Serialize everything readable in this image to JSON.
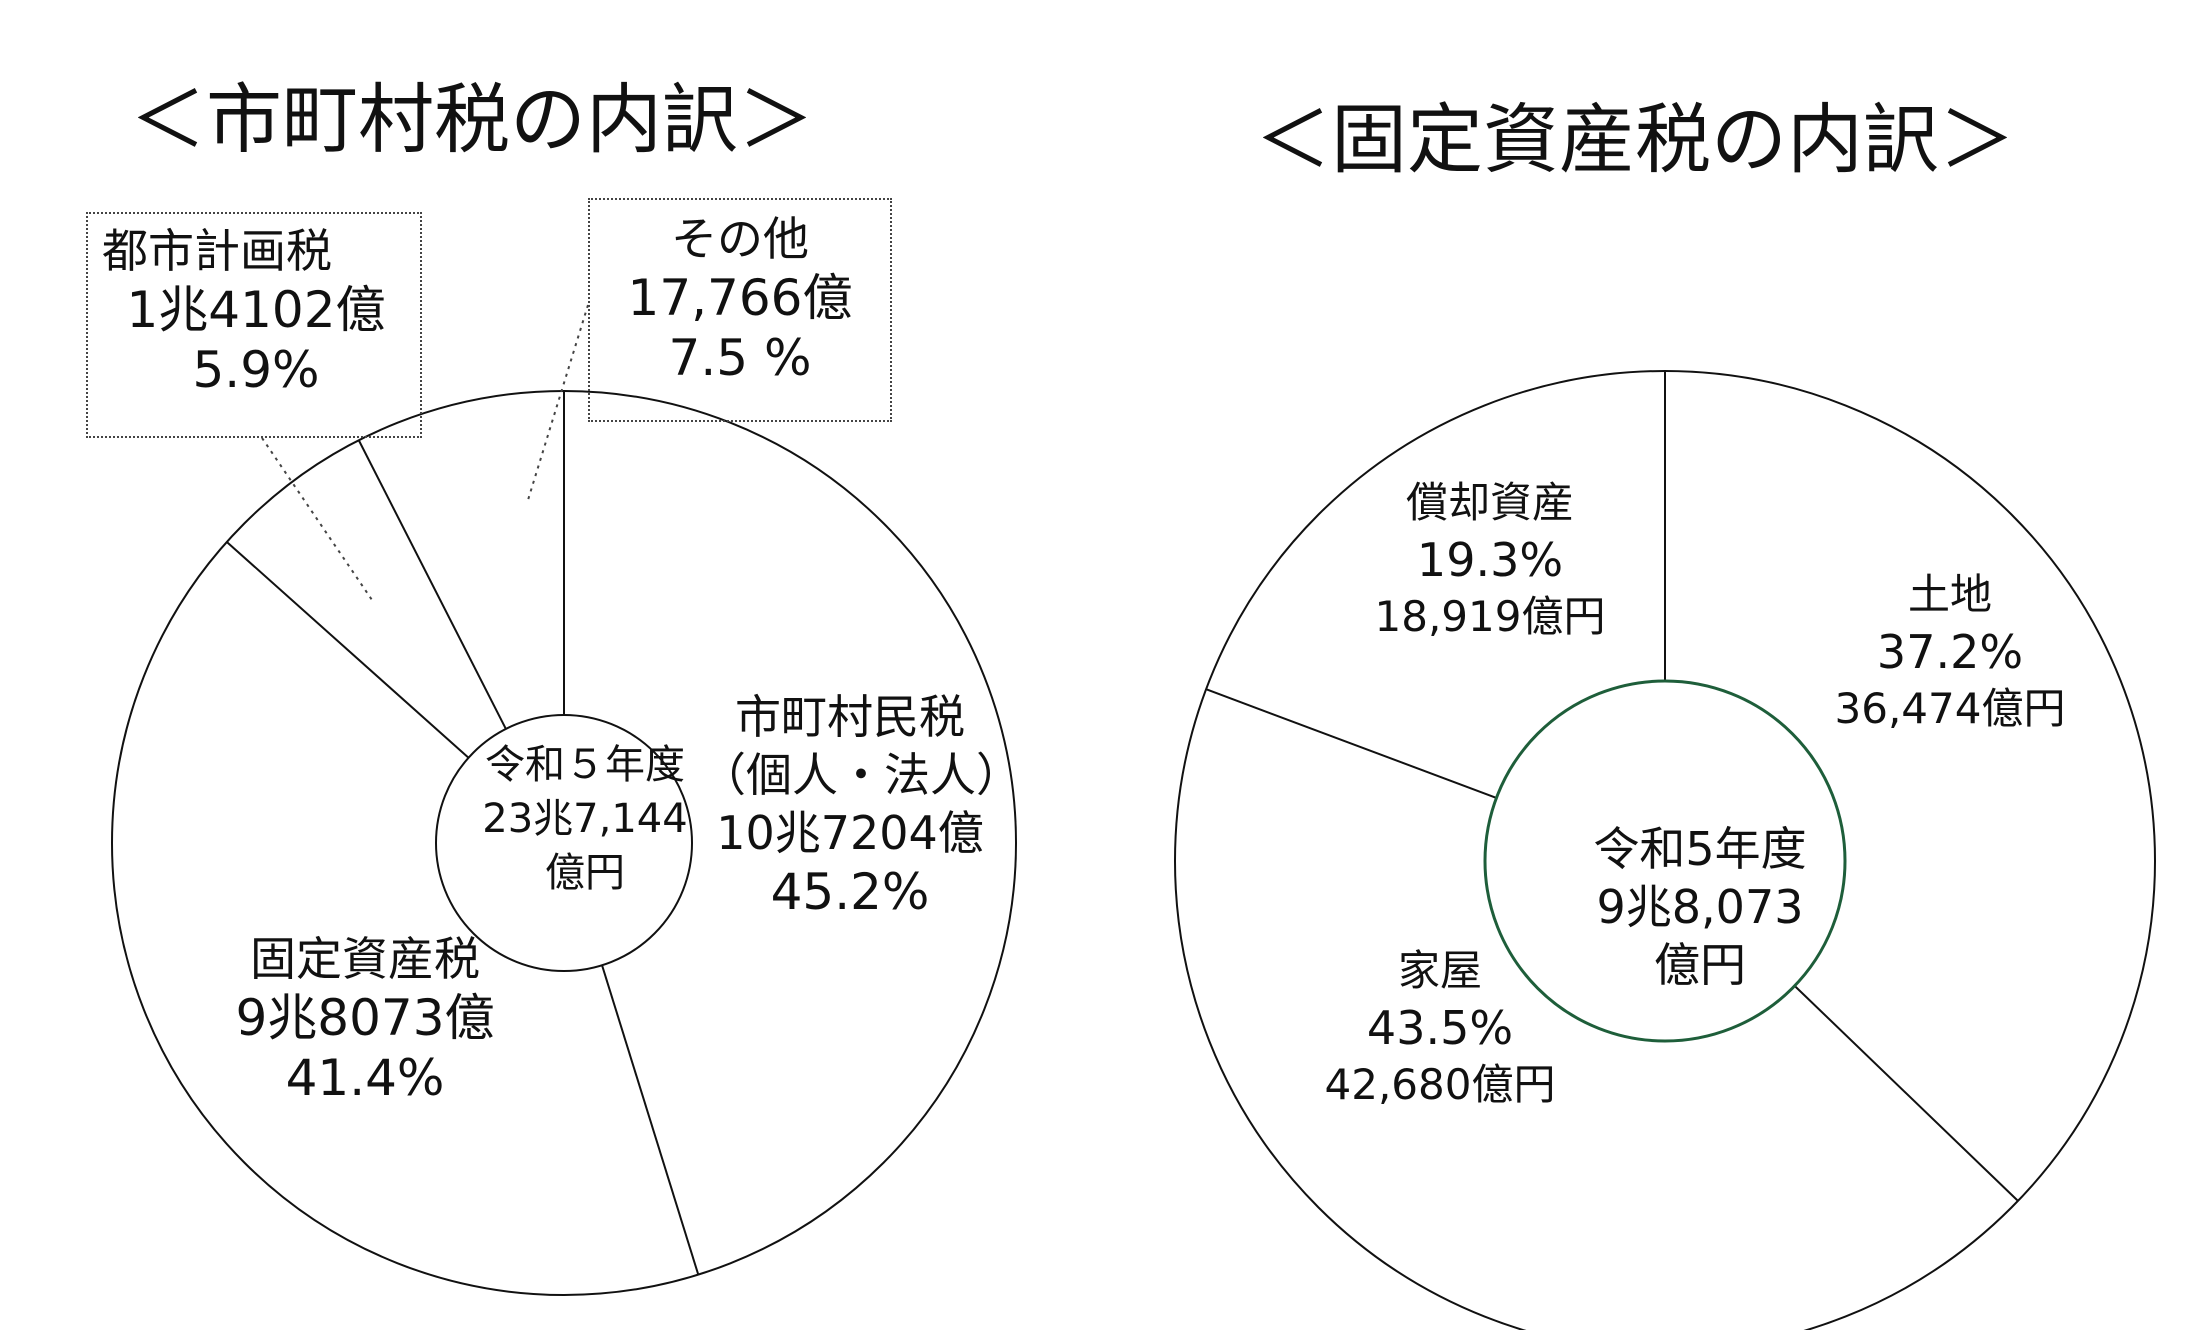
{
  "chart_data": [
    {
      "type": "pie",
      "title": "＜市町村税の内訳＞",
      "center_label": [
        "令和５年度",
        "23兆7,144",
        "億円"
      ],
      "slices": [
        {
          "label": "市町村民税（個人・法人）",
          "amount": "10兆7204億",
          "percent": 45.2
        },
        {
          "label": "固定資産税",
          "amount": "9兆8073億",
          "percent": 41.4
        },
        {
          "label": "都市計画税",
          "amount": "1兆4102億",
          "percent": 5.9
        },
        {
          "label": "その他",
          "amount": "17,766億",
          "percent": 7.5
        }
      ]
    },
    {
      "type": "pie",
      "title": "＜固定資産税の内訳＞",
      "center_label": [
        "令和5年度",
        "9兆8,073",
        "億円"
      ],
      "slices": [
        {
          "label": "土地",
          "amount": "36,474億円",
          "percent": 37.2
        },
        {
          "label": "家屋",
          "amount": "42,680億円",
          "percent": 43.5
        },
        {
          "label": "償却資産",
          "amount": "18,919億円",
          "percent": 19.3
        }
      ]
    }
  ],
  "text": {
    "left_shimin": [
      "市町村民税",
      "（個人・法人）",
      "10兆7204億",
      "45.2%"
    ],
    "left_kotei": [
      "固定資産税",
      "9兆8073億",
      "41.4%"
    ],
    "left_toshi": [
      "都市計画税",
      "1兆4102億",
      "5.9%"
    ],
    "left_sonota": [
      "その他",
      "17,766億",
      "7.5 %"
    ],
    "right_tochi": [
      "土地",
      "37.2%",
      "36,474億円"
    ],
    "right_kaoku": [
      "家屋",
      "43.5%",
      "42,680億円"
    ],
    "right_shokyaku": [
      "償却資産",
      "19.3%",
      "18,919億円"
    ]
  },
  "colors": {
    "line": "#111111",
    "inner_circle_right": "#1e5e3a"
  }
}
